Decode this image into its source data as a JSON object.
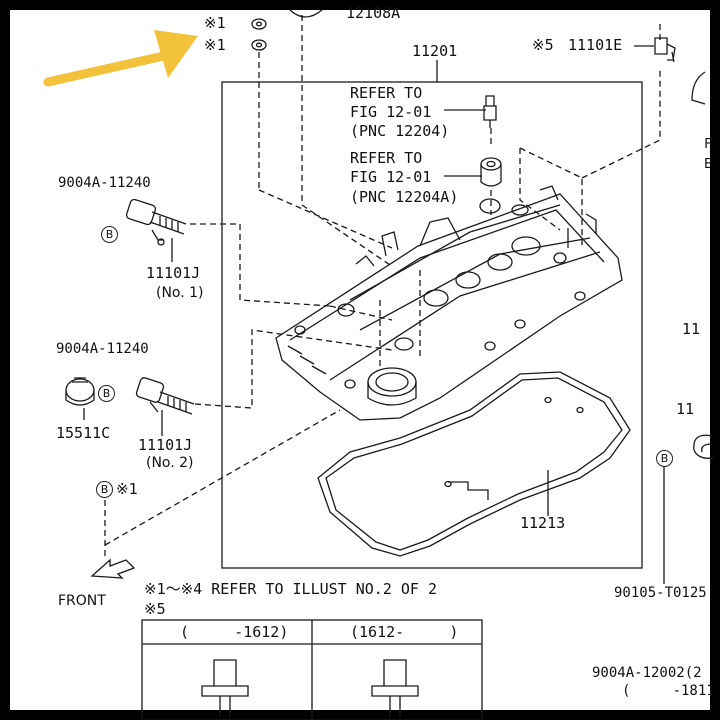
{
  "diagram": {
    "top_cut_label": "12108A",
    "note_marks": [
      "※1",
      "※1"
    ],
    "main_part": "11201",
    "sensor_note": "※5",
    "sensor_part": "11101E",
    "refer_1": [
      "REFER TO",
      "FIG 12-01",
      "(PNC 12204)"
    ],
    "refer_2": [
      "REFER TO",
      "FIG 12-01",
      "(PNC 12204A)"
    ],
    "bolt_1": "9004A-11240",
    "bolt_2": "9004A-11240",
    "b_marker": "B",
    "valve_1": {
      "code": "11101J",
      "sub": "(No. 1)"
    },
    "valve_2": {
      "code": "11101J",
      "sub": "(No. 2)"
    },
    "filter": "15511C",
    "b_note_mark": "※1",
    "gasket": "11213",
    "front": "FRONT",
    "note_line": "※1～※4 REFER TO ILLUST NO.2 OF 2",
    "note5": "※5",
    "table_headers": [
      "(     -1612)",
      "(1612-     )"
    ],
    "right_cut": [
      "11",
      "11"
    ],
    "right_margin": [
      "F",
      "E"
    ],
    "bottom_right_code": "90105-T0125",
    "bottom_right_code2": "9004A-12002(2",
    "bottom_right_range": "(     -1811"
  },
  "colors": {
    "arrow": "#f2c23b",
    "ink": "#1a1a1a",
    "background": "#ffffff"
  }
}
